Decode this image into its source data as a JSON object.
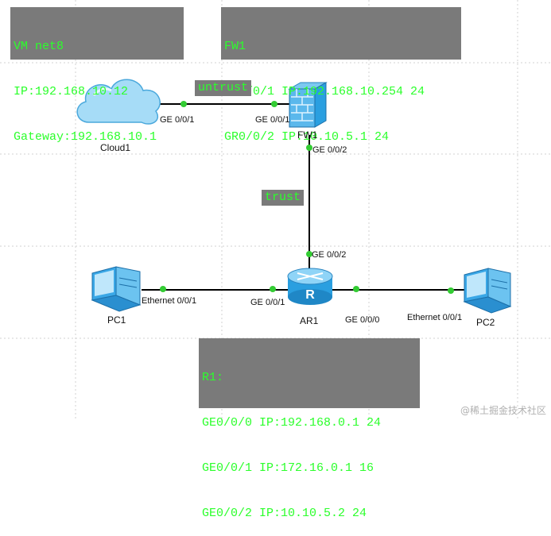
{
  "notes": {
    "vm": {
      "lines": [
        "VM net8",
        "IP:192.168.10.12",
        "Gateway:192.168.10.1"
      ]
    },
    "fw1": {
      "lines": [
        "FW1",
        "GE0/0/1 IP:192.168.10.254 24",
        "GR0/0/2 IP:10.10.5.1 24"
      ]
    },
    "r1": {
      "lines": [
        "R1:",
        "GE0/0/0 IP:192.168.0.1 24",
        "GE0/0/1 IP:172.16.0.1 16",
        "GE0/0/2 IP:10.10.5.2 24"
      ]
    }
  },
  "zones": {
    "untrust": "untrust",
    "trust": "trust"
  },
  "devices": {
    "cloud1": {
      "label": "Cloud1",
      "icon": "cloud-icon"
    },
    "fw1": {
      "label": "FW1",
      "icon": "firewall-icon"
    },
    "ar1": {
      "label": "AR1",
      "icon": "router-icon"
    },
    "pc1": {
      "label": "PC1",
      "icon": "pc-icon"
    },
    "pc2": {
      "label": "PC2",
      "icon": "pc-icon"
    }
  },
  "ports": {
    "cloud1_ge001": "GE 0/0/1",
    "fw1_ge001": "GE 0/0/1",
    "fw1_ge002": "GE 0/0/2",
    "ar1_ge002": "GE 0/0/2",
    "ar1_ge001": "GE 0/0/1",
    "ar1_ge000": "GE 0/0/0",
    "pc1_eth": "Ethernet 0/0/1",
    "pc2_eth": "Ethernet 0/0/1"
  },
  "colors": {
    "note_bg": "#7a7a7a",
    "note_text": "#2bff2b",
    "link": "#000000",
    "port_dot": "#33cc33",
    "device_blue": "#2a9fe0"
  },
  "watermark": "@稀土掘金技术社区"
}
